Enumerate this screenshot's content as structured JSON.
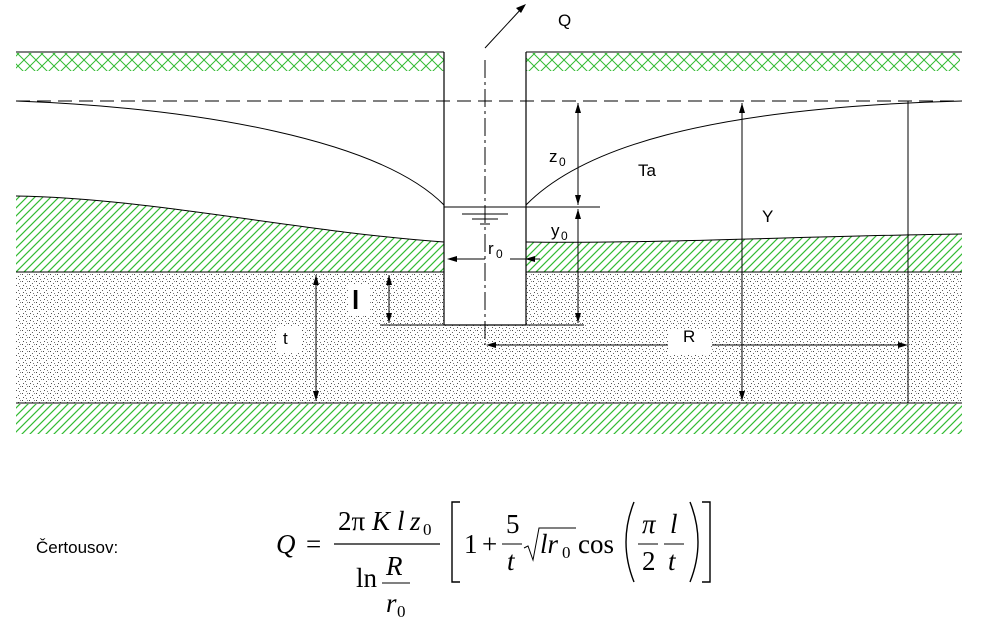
{
  "labels": {
    "discharge": "Q",
    "drawdown": "z",
    "drawdown_sub": "0",
    "water_depth": "y",
    "water_depth_sub": "0",
    "well_radius": "r",
    "well_radius_sub": "0",
    "aquifer_layer": "Ta",
    "total_head": "Y",
    "radius_of_influence": "R",
    "screen_length": "l",
    "layer_thickness": "t"
  },
  "formula": {
    "author": "Čertousov:",
    "lhs": "Q",
    "equals": "=",
    "num_two_pi": "2π",
    "num_K": "K",
    "num_l": "l",
    "num_z": "z",
    "num_z_sub": "0",
    "ln": "ln",
    "den_R": "R",
    "den_r": "r",
    "den_r_sub": "0",
    "one": "1",
    "plus": "+",
    "five": "5",
    "t": "t",
    "lr": "lr",
    "lr_sub": "0",
    "cos": "cos",
    "pi": "π",
    "two": "2",
    "l": "l",
    "t2": "t"
  },
  "colors": {
    "hatch": "#33bb33",
    "line": "#000000"
  }
}
